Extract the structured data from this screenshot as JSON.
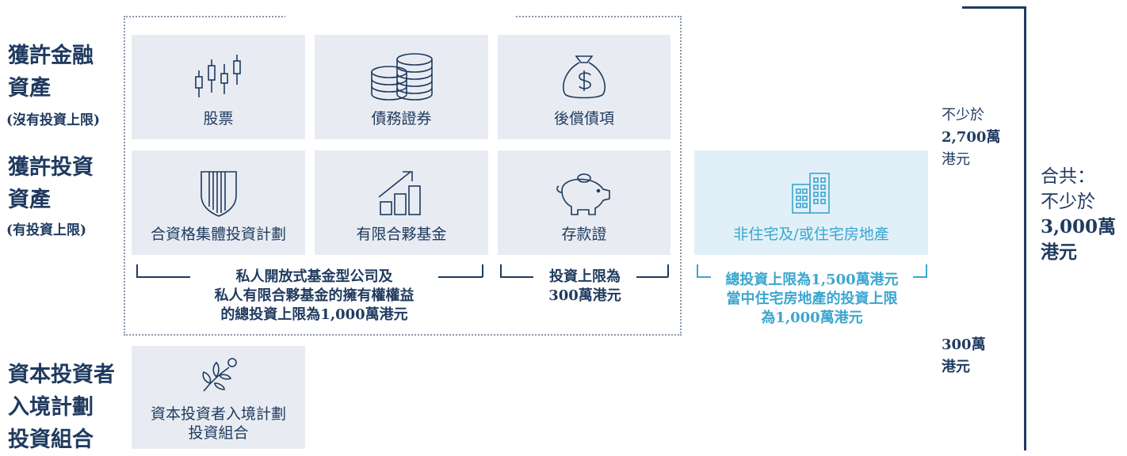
{
  "rows": {
    "licensed_financial": {
      "title_1": "獲許金融",
      "title_2": "資產",
      "sub": "(沒有投資上限)"
    },
    "licensed_investment": {
      "title_1": "獲許投資",
      "title_2": "資產",
      "sub": "(有投資上限)"
    },
    "cies_portfolio": {
      "title_1": "資本投資者",
      "title_2": "入境計劃",
      "title_3": "投資組合"
    }
  },
  "boxes": {
    "stocks": "股票",
    "debt_securities": "債務證券",
    "subordinated_debt": "後償債項",
    "cis": "合資格集體投資計劃",
    "lpf": "有限合夥基金",
    "cd": "存款證",
    "real_estate": "非住宅及/或住宅房地產",
    "cies_1": "資本投資者入境計劃",
    "cies_2": "投資組合"
  },
  "captions": {
    "ofc_1": "私人開放式基金型公司及",
    "ofc_2": "私人有限合夥基金的擁有權權益",
    "ofc_3": "的總投資上限為1,000萬港元",
    "cd_1": "投資上限為",
    "cd_2": "300萬港元",
    "re_1": "總投資上限為1,500萬港元",
    "re_2": "當中住宅房地產的投資上限",
    "re_3": "為1,000萬港元"
  },
  "side": {
    "min_1": "不少於",
    "min_2": "2,700萬",
    "min_3": "港元",
    "cies_1": "300萬",
    "cies_2": "港元"
  },
  "total": {
    "l1": "合共：",
    "l2": "不少於",
    "l3": "3,000萬",
    "l4": "港元"
  },
  "colors": {
    "navy": "#1f3a5f",
    "box": "#e8ecf2",
    "re_box": "#e1f0f8",
    "accent": "#3aa6cf"
  }
}
